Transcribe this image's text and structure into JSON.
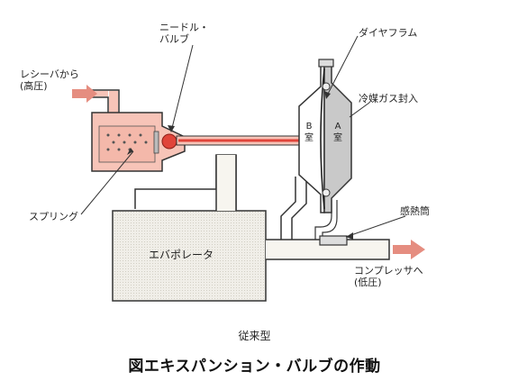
{
  "labels": {
    "needle_valve_line1": "ニードル・",
    "needle_valve_line2": "バルブ",
    "diaphragm": "ダイヤフラム",
    "receiver_line1": "レシーバから",
    "receiver_line2": "(高圧)",
    "refrigerant_gas": "冷媒ガス封入",
    "chamber_b": "B室",
    "chamber_a": "A室",
    "spring": "スプリング",
    "sensing_bulb": "感熱筒",
    "evaporator": "エバポレータ",
    "compressor_line1": "コンプレッサへ",
    "compressor_line2": "(低圧)"
  },
  "caption": {
    "subtitle": "従来型",
    "title": "図エキスパンション・バルブの作動"
  },
  "colors": {
    "pink_fill": "#f7c4b8",
    "red_accent": "#e0443a",
    "arrow": "#e58d80",
    "outline": "#333333",
    "gray_chamber": "#c9c9c9"
  }
}
